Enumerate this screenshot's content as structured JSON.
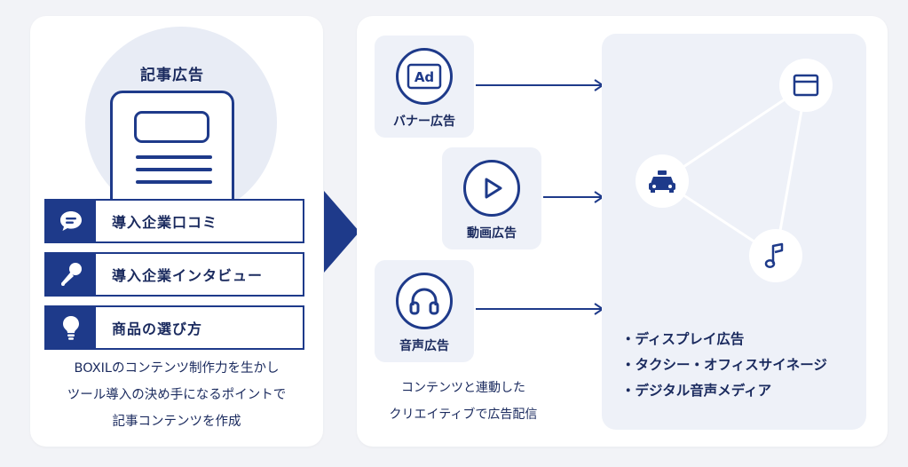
{
  "left": {
    "title": "記事広告",
    "features": [
      {
        "label": "導入企業口コミ",
        "icon": "speech-bubble-icon"
      },
      {
        "label": "導入企業インタビュー",
        "icon": "microphone-icon"
      },
      {
        "label": "商品の選び方",
        "icon": "lightbulb-icon"
      }
    ],
    "description": [
      "BOXILのコンテンツ制作力を生かし",
      "ツール導入の決め手になるポイントで",
      "記事コンテンツを作成"
    ]
  },
  "right": {
    "ad_types": [
      {
        "label": "バナー広告",
        "icon": "ad-icon",
        "icon_text": "Ad"
      },
      {
        "label": "動画広告",
        "icon": "play-icon"
      },
      {
        "label": "音声広告",
        "icon": "headphones-icon"
      }
    ],
    "caption": [
      "コンテンツと連動した",
      "クリエイティブで広告配信"
    ],
    "media_nodes": [
      "browser-window-icon",
      "taxi-icon",
      "music-note-icon"
    ],
    "media_list": [
      "・ディスプレイ広告",
      "・タクシー・オフィスサイネージ",
      "・デジタル音声メディア"
    ]
  },
  "colors": {
    "primary": "#1e3a8a",
    "text": "#1a2a5e",
    "card_bg": "#eef1f8",
    "page_bg": "#f2f3f7"
  }
}
